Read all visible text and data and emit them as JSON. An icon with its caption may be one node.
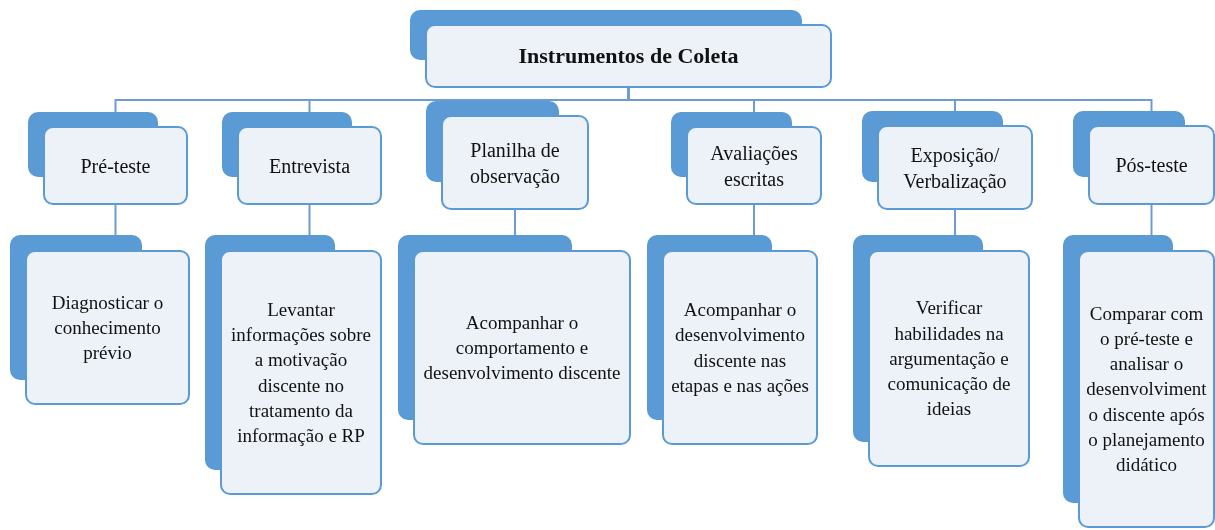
{
  "diagram": {
    "nodes": [
      {
        "text": [
          "Instrumentos de Coleta"
        ]
      },
      {
        "text": [
          "Pré-teste"
        ]
      },
      {
        "text": [
          "Entrevista"
        ]
      },
      {
        "text": [
          "Planilha de observação"
        ]
      },
      {
        "text": [
          "Avaliações escritas"
        ]
      },
      {
        "text": [
          "Exposição/ Verbalização"
        ]
      },
      {
        "text": [
          "Pós-teste"
        ]
      },
      {
        "text": [
          "Diagnosticar o conhecimento prévio"
        ]
      },
      {
        "text": [
          "Levantar informações sobre a motivação discente no tratamento da informação e RP"
        ]
      },
      {
        "text": [
          "Acompanhar o comportamento e desenvolvimento discente"
        ]
      },
      {
        "text": [
          "Acompanhar o desenvolvimento discente nas etapas e nas ações"
        ]
      },
      {
        "text": [
          "Verificar habilidades na argumentação e comunicação de ideias"
        ]
      },
      {
        "text": [
          "Comparar com o pré-teste e analisar o desenvolvimento discente após o planejamento didático"
        ]
      }
    ],
    "edges": [
      {
        "from": 0,
        "to": 1,
        "arrow": "none"
      },
      {
        "from": 0,
        "to": 2,
        "arrow": "none"
      },
      {
        "from": 0,
        "to": 3,
        "arrow": "none"
      },
      {
        "from": 0,
        "to": 4,
        "arrow": "none"
      },
      {
        "from": 0,
        "to": 5,
        "arrow": "none"
      },
      {
        "from": 0,
        "to": 6,
        "arrow": "none"
      },
      {
        "from": 1,
        "to": 7,
        "arrow": "none"
      },
      {
        "from": 2,
        "to": 8,
        "arrow": "none"
      },
      {
        "from": 3,
        "to": 9,
        "arrow": "none"
      },
      {
        "from": 4,
        "to": 10,
        "arrow": "none"
      },
      {
        "from": 5,
        "to": 11,
        "arrow": "none"
      },
      {
        "from": 6,
        "to": 12,
        "arrow": "none"
      }
    ]
  }
}
